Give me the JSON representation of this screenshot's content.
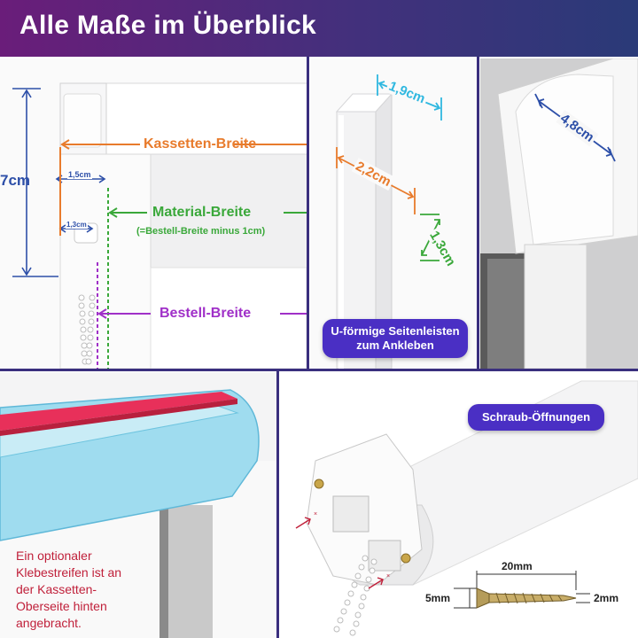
{
  "header": {
    "title": "Alle Maße im Überblick"
  },
  "panel1": {
    "height_label": "7cm",
    "offset_label_1": "1,5cm",
    "offset_label_2": "1,3cm",
    "cassette_width": "Kassetten-Breite",
    "material_width": "Material-Breite",
    "material_note": "(=Bestell-Breite minus 1cm)",
    "order_width": "Bestell-Breite"
  },
  "panel2": {
    "dim_a": "1,9cm",
    "dim_b": "2,2cm",
    "dim_c": "1,3cm",
    "badge_line1": "U-förmige Seitenleisten",
    "badge_line2": "zum Ankleben"
  },
  "panel3": {
    "dim": "4,8cm"
  },
  "panel4": {
    "note_lines": [
      "Ein optionaler",
      "Klebestreifen ist an",
      "der Kassetten-",
      "Oberseite hinten",
      "angebracht."
    ]
  },
  "panel5": {
    "badge": "Schraub-Öffnungen",
    "screw_length": "20mm",
    "screw_head": "5mm",
    "screw_tip": "2mm"
  },
  "colors": {
    "orange": "#e87b2c",
    "green": "#3aa83a",
    "purple": "#a030c8",
    "blue": "#2d4fa8",
    "cyan": "#30b8e0",
    "badge": "#4a2fc4",
    "note_red": "#c0203a"
  }
}
